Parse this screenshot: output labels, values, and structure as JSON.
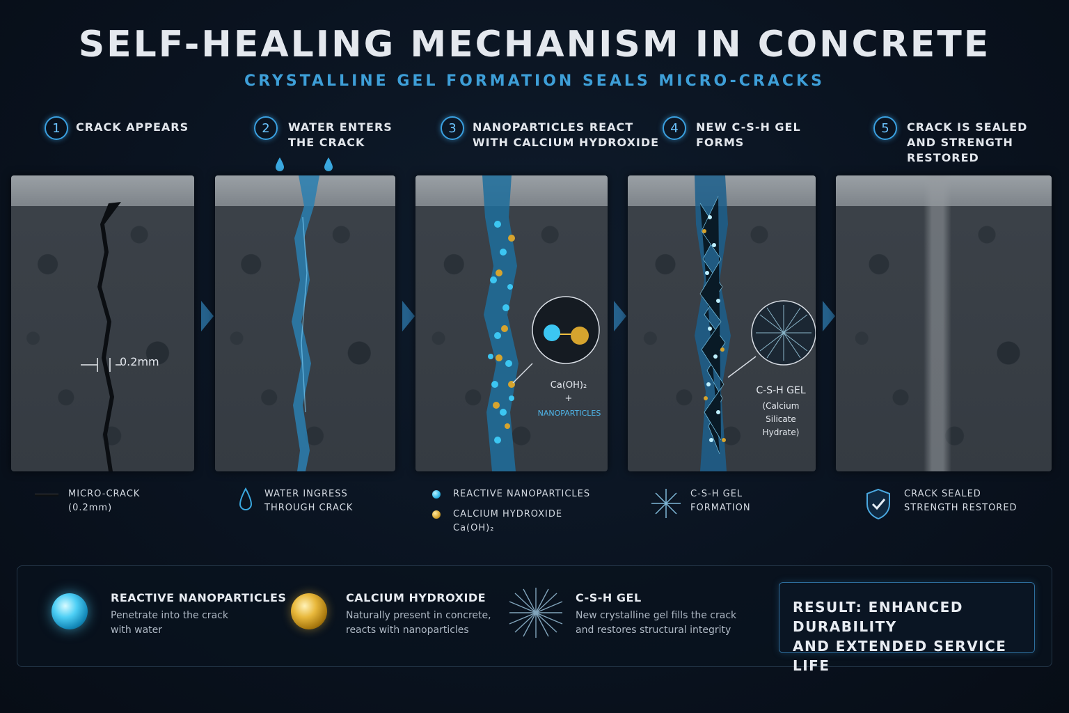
{
  "header": {
    "title": "SELF-HEALING MECHANISM IN CONCRETE",
    "subtitle": "CRYSTALLINE GEL FORMATION SEALS MICRO-CRACKS"
  },
  "steps": [
    {
      "num": "1",
      "label": "CRACK APPEARS"
    },
    {
      "num": "2",
      "label": "WATER ENTERS\nTHE CRACK"
    },
    {
      "num": "3",
      "label": "NANOPARTICLES REACT\nWITH CALCIUM HYDROXIDE"
    },
    {
      "num": "4",
      "label": "NEW C-S-H GEL\nFORMS"
    },
    {
      "num": "5",
      "label": "CRACK IS SEALED\nAND STRENGTH RESTORED"
    }
  ],
  "panel_labels": {
    "crack_width": "0.2mm",
    "reaction_ca": "Ca(OH)₂",
    "reaction_plus": "+",
    "reaction_nano": "NANOPARTICLES",
    "gel_title": "C-S-H GEL",
    "gel_sub": "(Calcium Silicate\nHydrate)"
  },
  "legends": {
    "micro_crack": "MICRO-CRACK\n(0.2mm)",
    "water": "WATER INGRESS\nTHROUGH CRACK",
    "nano": "REACTIVE NANOPARTICLES",
    "calcium": "CALCIUM HYDROXIDE\nCa(OH)₂",
    "gel": "C-S-H GEL\nFORMATION",
    "sealed": "CRACK SEALED\nSTRENGTH RESTORED"
  },
  "cards": [
    {
      "title": "REACTIVE NANOPARTICLES",
      "desc": "Penetrate into the crack\nwith water"
    },
    {
      "title": "CALCIUM HYDROXIDE",
      "desc": "Naturally present in concrete,\nreacts with nanoparticles"
    },
    {
      "title": "C-S-H GEL",
      "desc": "New crystalline gel fills the crack\nand restores structural integrity"
    }
  ],
  "result": "RESULT: ENHANCED DURABILITY\nAND EXTENDED SERVICE LIFE",
  "icons": [
    "water-drop-icon",
    "nanoparticle-icon",
    "calcium-hydroxide-icon",
    "gel-crystal-icon",
    "shield-check-icon",
    "arrow-right-icon"
  ],
  "colors": {
    "accent": "#3e9fd8",
    "water": "#2a8fc8",
    "nanoparticle": "#2fb6e8",
    "calcium": "#d6a42e",
    "background": "#0a1320"
  }
}
